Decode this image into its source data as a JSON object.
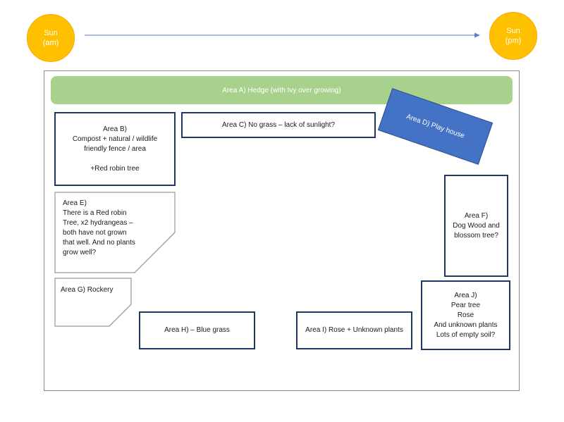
{
  "sun_am": {
    "line1": "Sun",
    "line2": "(am)",
    "color": "#ffc000"
  },
  "sun_pm": {
    "line1": "Sun",
    "line2": "(pm)",
    "color": "#ffc000"
  },
  "area_a": {
    "label": "Area A) Hedge (with Ivy over growing)",
    "color": "#a9d18e"
  },
  "area_b": {
    "lines": [
      "Area B)",
      "Compost + natural / wildlife",
      "friendly fence / area",
      "",
      "+Red robin tree"
    ]
  },
  "area_c": {
    "label": "Area C) No grass – lack of sunlight?"
  },
  "area_d": {
    "label": "Area D) Play house",
    "color": "#4472c4"
  },
  "area_e": {
    "lines": [
      "Area E)",
      "There is a Red robin",
      "Tree, x2 hydrangeas –",
      "both have not grown",
      "that well. And no plants",
      "grow well?"
    ]
  },
  "area_f": {
    "lines": [
      "Area F)",
      "Dog Wood and",
      "blossom tree?"
    ]
  },
  "area_g": {
    "label": "Area G) Rockery"
  },
  "area_h": {
    "label": "Area H) – Blue grass"
  },
  "area_i": {
    "label": "Area I) Rose + Unknown plants"
  },
  "area_j": {
    "lines": [
      "Area J)",
      "Pear tree",
      "Rose",
      "And unknown plants",
      "Lots of empty soil?"
    ]
  },
  "colors": {
    "box_border": "#1f3864",
    "arrow": "#5b7fc4"
  }
}
